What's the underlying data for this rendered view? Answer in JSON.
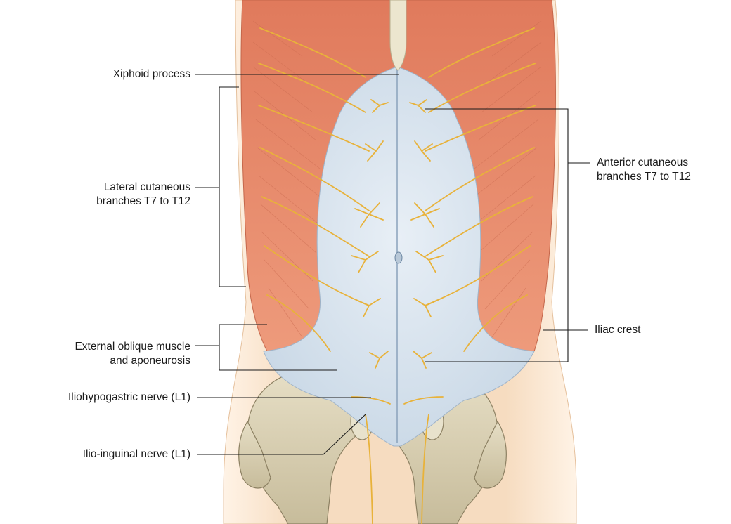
{
  "labels": {
    "xiphoid": "Xiphoid process",
    "lateral_line1": "Lateral cutaneous",
    "lateral_line2": "branches T7 to T12",
    "anterior_line1": "Anterior cutaneous",
    "anterior_line2": "branches T7 to T12",
    "iliac": "Iliac crest",
    "external_line1": "External oblique muscle",
    "external_line2": "and aponeurosis",
    "iliohypogastric": "Iliohypogastric nerve (L1)",
    "ilioinguinal": "Ilio-inguinal nerve (L1)"
  },
  "colors": {
    "skin": "#f6dcc0",
    "muscle": "#e98d6e",
    "aponeurosis": "#d6e3ee",
    "nerve": "#e8b23a",
    "bone": "#d9d0b4"
  }
}
